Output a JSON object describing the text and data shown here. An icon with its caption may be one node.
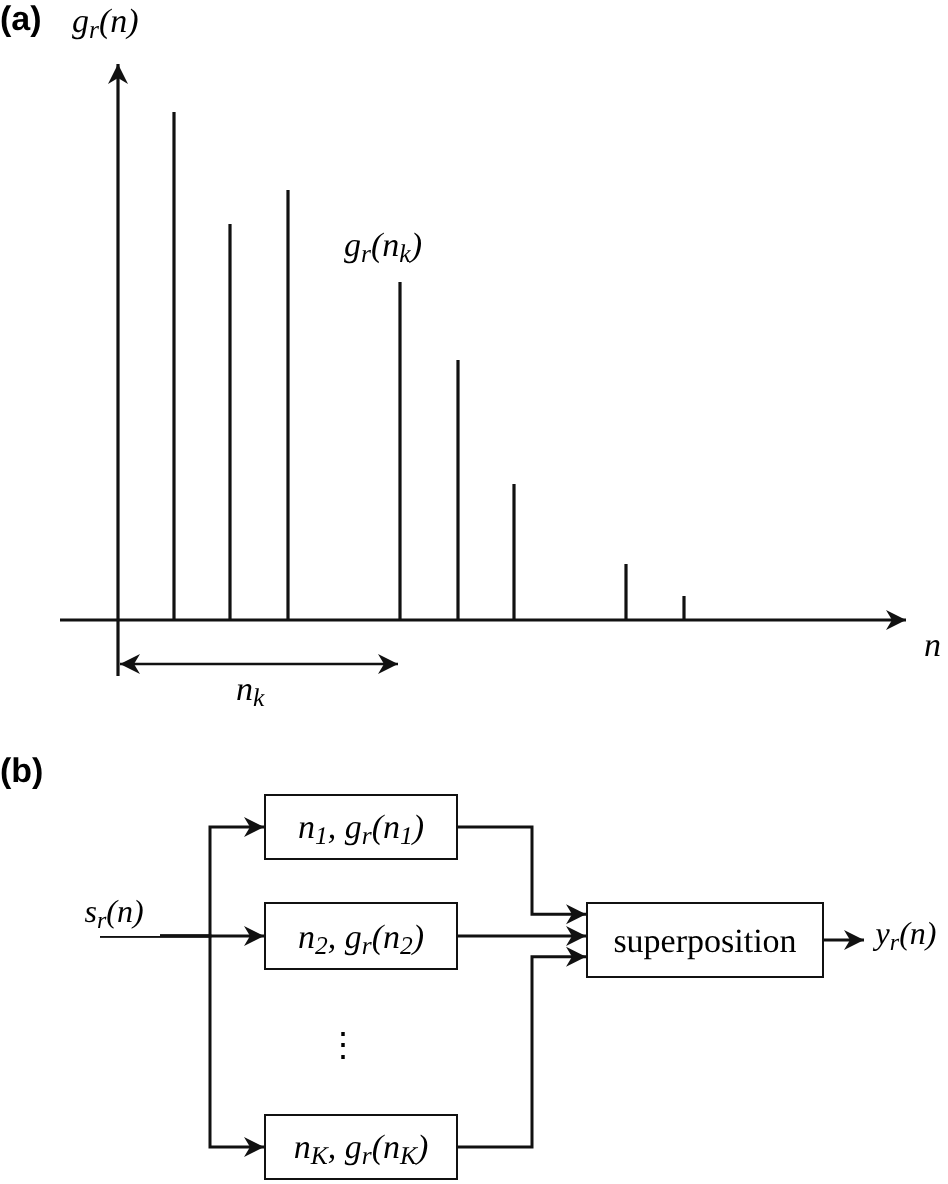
{
  "diagram": {
    "nodes": [
      {
        "text": [
          "s$_{r}$(n)"
        ]
      },
      {
        "text": [
          "n$_{1}$, g$_{r}$(n$_{1}$)"
        ]
      },
      {
        "text": [
          "n$_{2}$, g$_{r}$(n$_{2}$)"
        ]
      },
      {
        "text": [
          "n$_{K}$, g$_{r}$(n$_{K}$)"
        ]
      },
      {
        "text": [
          "superposition"
        ]
      },
      {
        "text": [
          "y$_{r}$(n)"
        ]
      }
    ],
    "edges": [
      {
        "from": 0,
        "to": 1,
        "arrow": "to"
      },
      {
        "from": 0,
        "to": 2,
        "arrow": "to"
      },
      {
        "from": 0,
        "to": 3,
        "arrow": "to"
      },
      {
        "from": 1,
        "to": 4,
        "arrow": "to"
      },
      {
        "from": 2,
        "to": 4,
        "arrow": "to"
      },
      {
        "from": 3,
        "to": 4,
        "arrow": "to"
      },
      {
        "from": 4,
        "to": 5,
        "arrow": "to"
      }
    ],
    "labels": [
      "(a)",
      "g$_{r}$(n)",
      "g$_{r}$(n$_{k}$)",
      "n",
      "n$_{k}$",
      "(b)",
      "⋮"
    ]
  }
}
